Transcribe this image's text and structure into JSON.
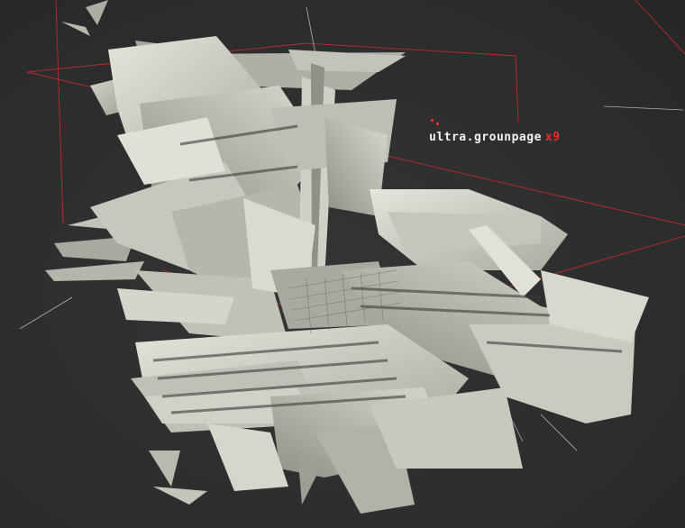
{
  "brand": {
    "title": "ultra.grounpage",
    "suffix": "x9",
    "fineprint": "",
    "accent_color": "#e0322a",
    "text_color": "#f2f2f2"
  },
  "art": {
    "background_color": "#2f2f2f",
    "shard_color": "#cdcfc4",
    "line_color": "#d8282a",
    "description_icon": "fractured-geometry-artwork"
  }
}
